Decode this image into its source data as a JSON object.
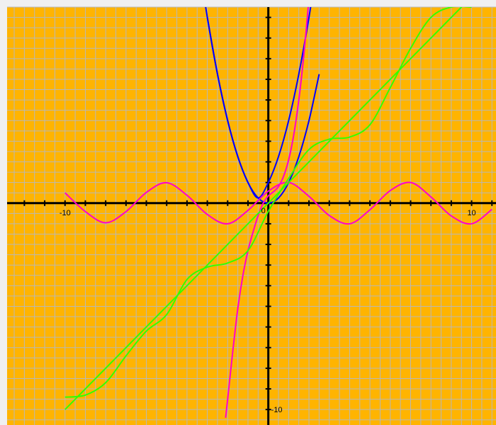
{
  "chart_data": {
    "type": "line",
    "title": "",
    "xlabel": "",
    "ylabel": "",
    "xlim": [
      -12.85,
      11.2
    ],
    "ylim": [
      -10.75,
      9.5
    ],
    "grid": true,
    "colors": {
      "plot_background": "#ffb400",
      "grid": "#b8b8b8",
      "axis": "#000000",
      "frame": "#f0f0f0"
    },
    "tick_labels": [
      {
        "axis": "x",
        "value": -10,
        "text": "-10"
      },
      {
        "axis": "x",
        "value": 10,
        "text": "10"
      },
      {
        "axis": "y",
        "value": -10,
        "text": "-10"
      }
    ],
    "origin_label": "0",
    "series": [
      {
        "color": "#0000ff",
        "x": [
          -4,
          -3.5,
          -3,
          -2.5,
          -2,
          -1.5,
          -1,
          -0.5,
          0,
          0.5,
          1,
          1.5,
          2,
          2.5
        ],
        "y": [
          16,
          12.25,
          9,
          6.25,
          4,
          2.25,
          1,
          0.25,
          0,
          0.25,
          1,
          2.25,
          4,
          6.25
        ]
      },
      {
        "color": "#0000ff",
        "x": [
          -3,
          -2.5,
          -2,
          -1.5,
          -1,
          -0.5,
          0,
          0.5,
          1,
          1.5,
          2,
          2.5,
          3
        ],
        "y": [
          9,
          6.25,
          4,
          2.25,
          1,
          0.25,
          1,
          2.25,
          4,
          6.25,
          9,
          12.25,
          16
        ]
      },
      {
        "color": "#ff00cc",
        "x": [
          -10,
          -9,
          -8,
          -7,
          -6,
          -5,
          -4,
          -3,
          -2,
          -1,
          0,
          1,
          2,
          3,
          4,
          5,
          6,
          7,
          8,
          9,
          10,
          11
        ],
        "y": [
          0.5,
          -0.41,
          -0.95,
          -0.41,
          0.52,
          0.99,
          0.38,
          -0.55,
          -1,
          -0.35,
          0.58,
          1,
          0.33,
          -0.6,
          -1,
          -0.32,
          0.61,
          1,
          0.3,
          -0.62,
          -1,
          -0.3
        ]
      },
      {
        "color": "#ff00cc",
        "x": [
          -2.1,
          -2,
          -1.75,
          -1.5,
          -1.25,
          -1,
          -0.75,
          -0.5,
          -0.25,
          0,
          0.25,
          0.5,
          0.75,
          1,
          1.25,
          1.5,
          1.75,
          2
        ],
        "y": [
          -10.4,
          -9.5,
          -7.2,
          -5.1,
          -3.5,
          -2.3,
          -1.4,
          -0.6,
          0,
          0.35,
          0.55,
          0.8,
          1.3,
          2.1,
          3.3,
          5,
          7.2,
          9.9
        ]
      },
      {
        "color": "#33ff00",
        "x": [
          -10,
          -9,
          -8,
          -7,
          -6,
          -5,
          -4,
          -3,
          -2,
          -1,
          0,
          1,
          2,
          3,
          4,
          5,
          6,
          7,
          8,
          9,
          10
        ],
        "y": [
          -10,
          -9,
          -8,
          -7,
          -6,
          -5,
          -4,
          -3,
          -2,
          -1,
          0,
          1,
          2,
          3,
          4,
          5,
          6,
          7,
          8,
          9,
          10
        ]
      },
      {
        "color": "#33ff00",
        "x": [
          -10,
          -9,
          -8,
          -7,
          -6,
          -5,
          -4,
          -3,
          -2,
          -1,
          0,
          1,
          2,
          3,
          4,
          5,
          6,
          7,
          8,
          9,
          10
        ],
        "y": [
          -9.4,
          -9.3,
          -8.7,
          -7.4,
          -6.2,
          -5.4,
          -3.7,
          -3.1,
          -2.9,
          -2.3,
          -0.4,
          1.2,
          2.6,
          3.1,
          3.2,
          3.8,
          5.6,
          7.5,
          9,
          9.5,
          9.5
        ]
      }
    ]
  }
}
